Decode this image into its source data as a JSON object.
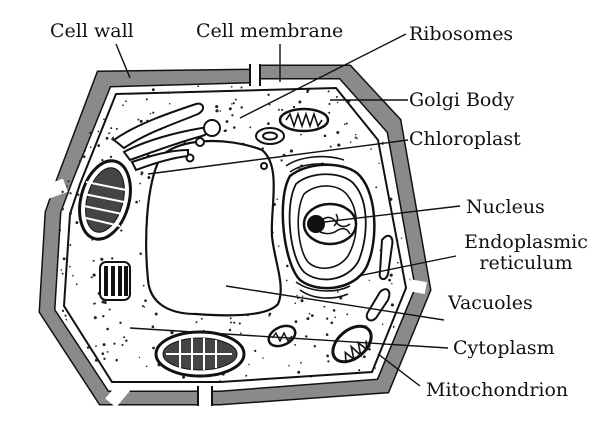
{
  "labels": {
    "cell_wall": "Cell wall",
    "cell_membrane": "Cell membrane",
    "ribosomes": "Ribosomes",
    "golgi_body": "Golgi Body",
    "chloroplast": "Chloroplast",
    "nucleus": "Nucleus",
    "endoplasmic_line1": "Endoplasmic",
    "endoplasmic_line2": "reticulum",
    "vacuoles": "Vacuoles",
    "cytoplasm": "Cytoplasm",
    "mitochondrion": "Mitochondrion"
  }
}
